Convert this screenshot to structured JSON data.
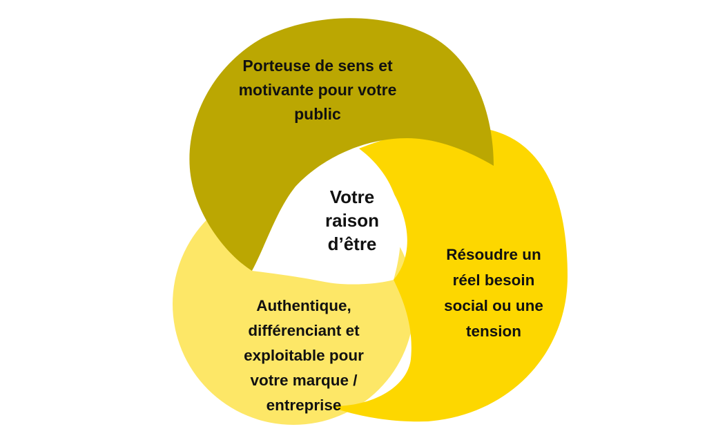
{
  "diagram": {
    "center": "Votre\nraison\nd’être",
    "top": "Porteuse de sens et\nmotivante pour votre\npublic",
    "right": "Résoudre un\nréel besoin\nsocial ou une\ntension",
    "left": "Authentique,\ndifférenciant et\nexploitable pour\nvotre marque /\nentreprise"
  },
  "colors": {
    "top_shape": "#bba702",
    "right_shape": "#fdd700",
    "left_shape": "#fde767",
    "center_hole": "#ffffff",
    "text": "#111111"
  }
}
